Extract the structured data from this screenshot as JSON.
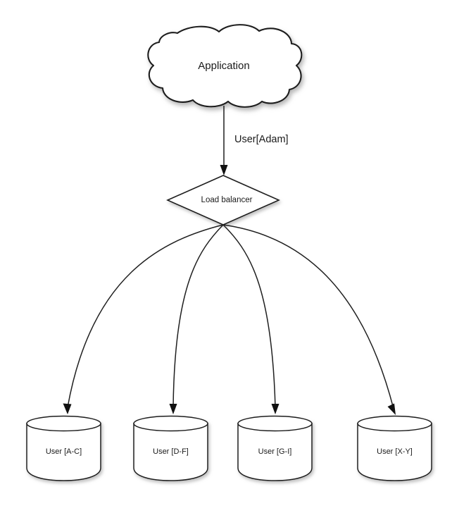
{
  "diagram": {
    "title_text": "Application",
    "background_color": "#ffffff",
    "stroke_color": "#1f1f1f",
    "text_color": "#1a1a1a",
    "nodes": {
      "cloud": {
        "label": "Application",
        "shape": "cloud"
      },
      "balancer": {
        "label": "Load balancer",
        "shape": "diamond"
      },
      "databases": [
        {
          "label": "User [A-C]",
          "shape": "cylinder"
        },
        {
          "label": "User [D-F]",
          "shape": "cylinder"
        },
        {
          "label": "User [G-I]",
          "shape": "cylinder"
        },
        {
          "label": "User [X-Y]",
          "shape": "cylinder"
        }
      ]
    },
    "edges": [
      {
        "label": "User[Adam]",
        "from": "cloud",
        "to": "balancer"
      },
      {
        "label": "",
        "from": "balancer",
        "to": "User [A-C]"
      },
      {
        "label": "",
        "from": "balancer",
        "to": "User [D-F]"
      },
      {
        "label": "",
        "from": "balancer",
        "to": "User [G-I]"
      },
      {
        "label": "",
        "from": "balancer",
        "to": "User [X-Y]"
      }
    ]
  }
}
